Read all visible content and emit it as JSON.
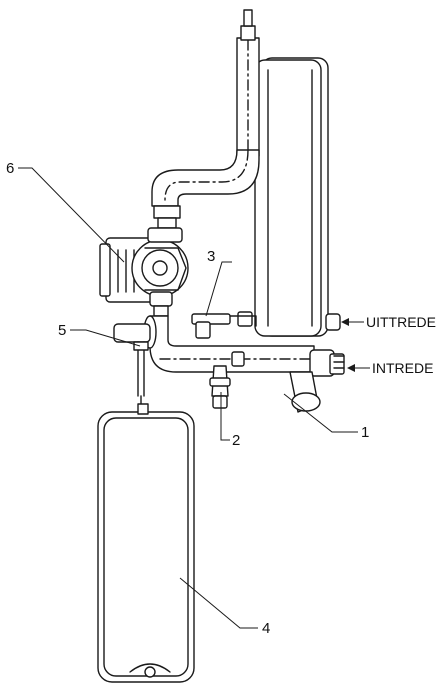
{
  "callouts": [
    {
      "id": "1",
      "label": "1"
    },
    {
      "id": "2",
      "label": "2"
    },
    {
      "id": "3",
      "label": "3"
    },
    {
      "id": "4",
      "label": "4"
    },
    {
      "id": "5",
      "label": "5"
    },
    {
      "id": "6",
      "label": "6"
    }
  ],
  "flow_labels": {
    "outlet": "UITTREDE",
    "inlet": "INTREDE"
  },
  "colors": {
    "line": "#1a1a1a",
    "fill": "#ffffff",
    "shade": "#e8e8e8"
  }
}
